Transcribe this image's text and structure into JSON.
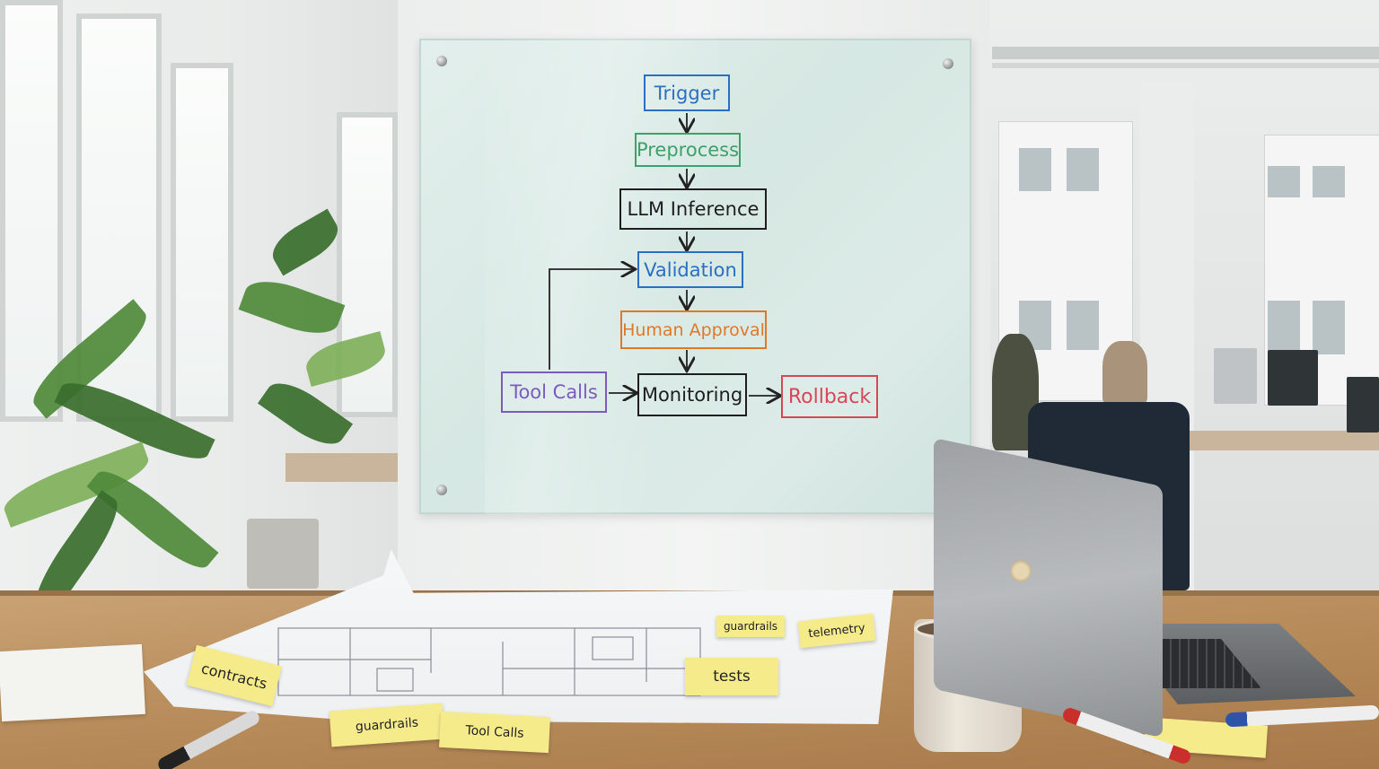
{
  "whiteboard": {
    "nodes": {
      "trigger": "Trigger",
      "preprocess": "Preprocess",
      "llm_inference": "LLM Inference",
      "validation": "Validation",
      "human_approval": "Human Approval",
      "tool_calls": "Tool Calls",
      "monitoring": "Monitoring",
      "rollback": "Rollback"
    },
    "colors": {
      "trigger": "#2a6fc2",
      "preprocess": "#3fa06a",
      "llm_inference": "#1e1e1e",
      "validation": "#2a6fc2",
      "human_approval": "#e0782a",
      "tool_calls": "#7a5cc0",
      "monitoring": "#1e1e1e",
      "rollback": "#d9465a"
    }
  },
  "sticky_notes": {
    "contracts": "contracts",
    "guardrails_top": "guardrails",
    "telemetry": "telemetry",
    "tests": "tests",
    "guardrails_bottom": "guardrails",
    "tool_calls": "Tool Calls"
  },
  "icons": {
    "laptop": "laptop-icon",
    "mug": "coffee-mug-icon"
  }
}
